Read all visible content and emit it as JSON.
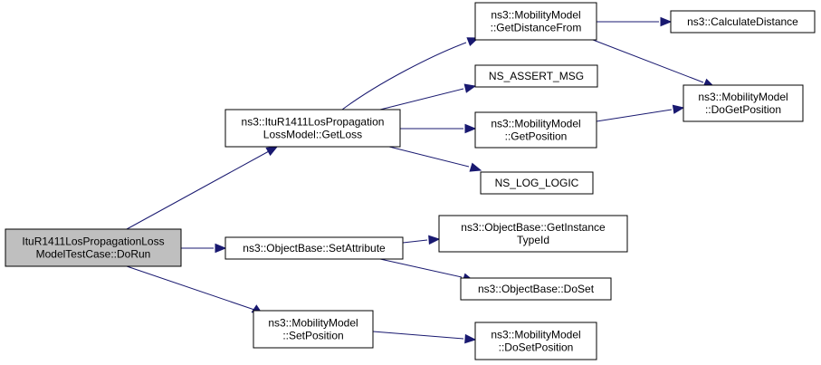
{
  "diagram": {
    "nodes": [
      {
        "id": "dorun",
        "lines": [
          "ItuR1411LosPropagationLoss",
          "ModelTestCase::DoRun"
        ],
        "highlighted": true
      },
      {
        "id": "getloss",
        "lines": [
          "ns3::ItuR1411LosPropagation",
          "LossModel::GetLoss"
        ]
      },
      {
        "id": "setattribute",
        "lines": [
          "ns3::ObjectBase::SetAttribute"
        ]
      },
      {
        "id": "setposition",
        "lines": [
          "ns3::MobilityModel",
          "::SetPosition"
        ]
      },
      {
        "id": "getdistancefrom",
        "lines": [
          "ns3::MobilityModel",
          "::GetDistanceFrom"
        ]
      },
      {
        "id": "ns_assert_msg",
        "lines": [
          "NS_ASSERT_MSG"
        ]
      },
      {
        "id": "getposition",
        "lines": [
          "ns3::MobilityModel",
          "::GetPosition"
        ]
      },
      {
        "id": "ns_log_logic",
        "lines": [
          "NS_LOG_LOGIC"
        ]
      },
      {
        "id": "getinstancetypeid",
        "lines": [
          "ns3::ObjectBase::GetInstance",
          "TypeId"
        ]
      },
      {
        "id": "doset",
        "lines": [
          "ns3::ObjectBase::DoSet"
        ]
      },
      {
        "id": "dosetposition",
        "lines": [
          "ns3::MobilityModel",
          "::DoSetPosition"
        ]
      },
      {
        "id": "calculatedistance",
        "lines": [
          "ns3::CalculateDistance"
        ]
      },
      {
        "id": "dogetposition",
        "lines": [
          "ns3::MobilityModel",
          "::DoGetPosition"
        ]
      }
    ],
    "edges": [
      {
        "from": "dorun",
        "to": "getloss"
      },
      {
        "from": "dorun",
        "to": "setattribute"
      },
      {
        "from": "dorun",
        "to": "setposition"
      },
      {
        "from": "getloss",
        "to": "getdistancefrom"
      },
      {
        "from": "getloss",
        "to": "ns_assert_msg"
      },
      {
        "from": "getloss",
        "to": "getposition"
      },
      {
        "from": "getloss",
        "to": "ns_log_logic"
      },
      {
        "from": "getdistancefrom",
        "to": "calculatedistance"
      },
      {
        "from": "getdistancefrom",
        "to": "dogetposition"
      },
      {
        "from": "getposition",
        "to": "dogetposition"
      },
      {
        "from": "setattribute",
        "to": "getinstancetypeid"
      },
      {
        "from": "setattribute",
        "to": "doset"
      },
      {
        "from": "setposition",
        "to": "dosetposition"
      }
    ],
    "colors": {
      "edge": "#191970",
      "highlighted_fill": "#bfbfbf",
      "node_fill": "#ffffff",
      "node_stroke": "#000000"
    }
  }
}
